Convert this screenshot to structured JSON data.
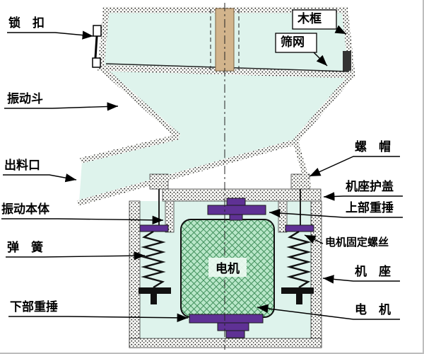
{
  "diagram": {
    "labels": {
      "lock": "锁　扣",
      "wood_frame": "木框",
      "sieve_mesh": "筛网",
      "vibrating_hopper": "振动斗",
      "discharge_outlet": "出料口",
      "vibrating_body": "振动本体",
      "spring": "弹　簧",
      "lower_weight": "下部重捶",
      "nut": "螺　帽",
      "base_cover": "机座护盖",
      "upper_weight": "上部重捶",
      "motor_screw": "电机固定螺丝",
      "machine_base": "机　座",
      "motor": "电　机",
      "motor_inner": "电机"
    },
    "colors": {
      "interior": "#def3ec",
      "post": "#d2b48c",
      "weight": "#5f3195",
      "motor_fill": "#b9e7c9",
      "motor_hatch": "#45925f"
    }
  }
}
